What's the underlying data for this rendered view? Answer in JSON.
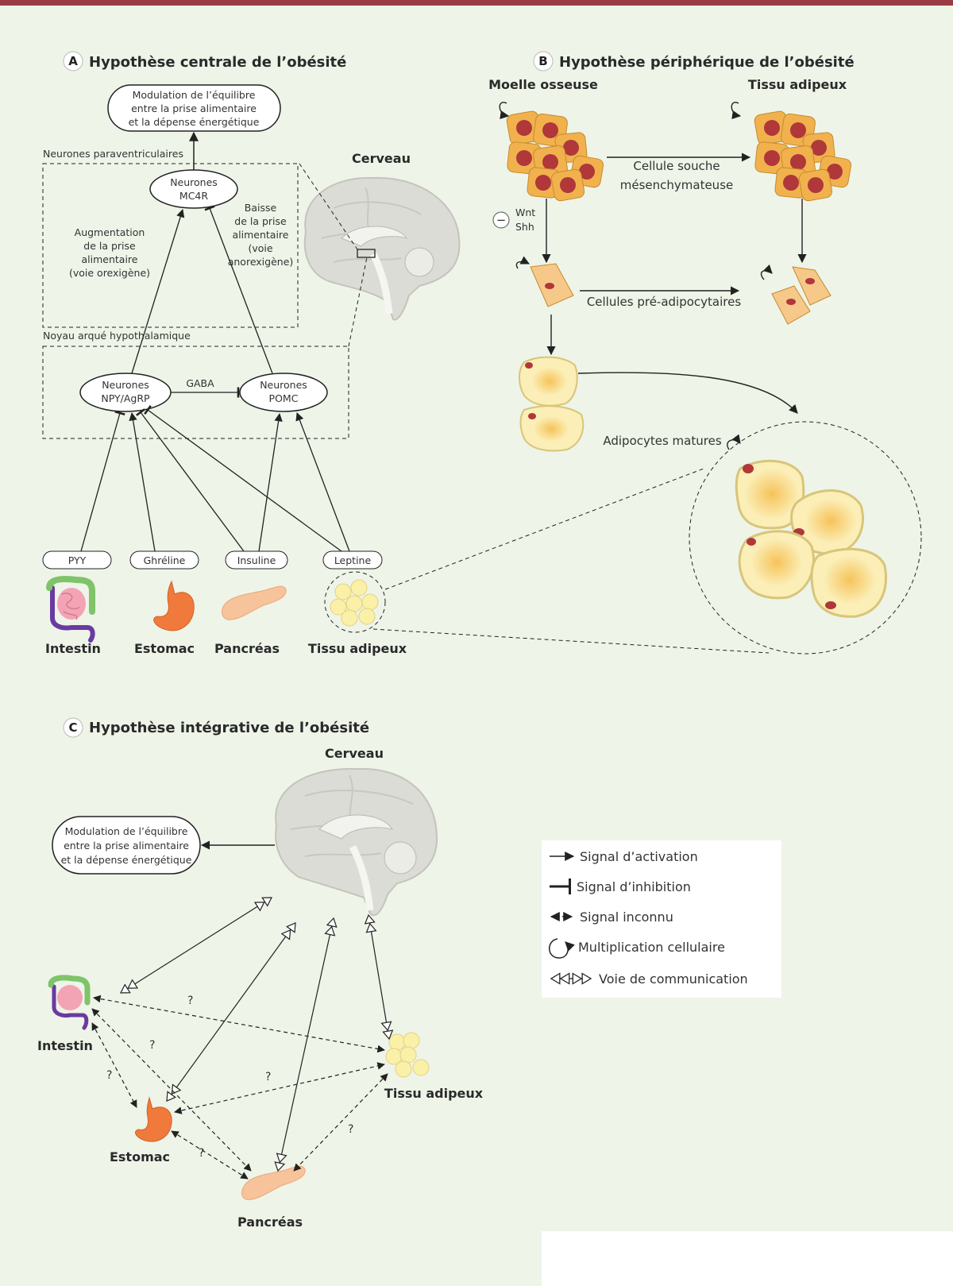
{
  "colors": {
    "background": "#eef4e8",
    "top_rule": "#9b3b45",
    "cell_orange": "#f1b24e",
    "cell_nucleus": "#b0373a",
    "preadipocyte": "#f6c98a",
    "adipocyte_fill": "#fbf1b8",
    "adipocyte_core": "#f5c766",
    "legend_bg": "#ffffff"
  },
  "panel_a": {
    "letter": "A",
    "title": "Hypothèse centrale de l’obésité",
    "modulation": [
      "Modulation de l’équilibre",
      "entre la prise alimentaire",
      "et la dépense énergétique"
    ],
    "pvn_box_label": "Neurones paraventriculaires",
    "mc4r": [
      "Neurones",
      "MC4R"
    ],
    "increase_label": [
      "Augmentation",
      "de la prise",
      "alimentaire",
      "(voie orexigène)"
    ],
    "decrease_label": [
      "Baisse",
      "de la prise",
      "alimentaire",
      "(voie",
      "anorexigène)"
    ],
    "arc_box_label": "Noyau arqué hypothalamique",
    "npy": [
      "Neurones",
      "NPY/AgRP"
    ],
    "pomc": [
      "Neurones",
      "POMC"
    ],
    "gaba": "GABA",
    "brain_label": "Cerveau",
    "hormones": [
      "PYY",
      "Ghréline",
      "Insuline",
      "Leptine"
    ],
    "organs": [
      "Intestin",
      "Estomac",
      "Pancréas",
      "Tissu adipeux"
    ]
  },
  "panel_b": {
    "letter": "B",
    "title": "Hypothèse périphérique de l’obésité",
    "marrow_label": "Moelle osseuse",
    "adipose_label": "Tissu adipeux",
    "msc_label": [
      "Cellule souche",
      "mésenchymateuse"
    ],
    "wnt": "Wnt",
    "shh": "Shh",
    "minus": "−",
    "preadipocytes": "Cellules pré-adipocytaires",
    "mature": "Adipocytes matures"
  },
  "panel_c": {
    "letter": "C",
    "title": "Hypothèse intégrative de l’obésité",
    "brain_label": "Cerveau",
    "modulation": [
      "Modulation de l’équilibre",
      "entre la prise alimentaire",
      "et la dépense énergétique"
    ],
    "intestin": "Intestin",
    "estomac": "Estomac",
    "pancreas": "Pancréas",
    "adipose": "Tissu adipeux",
    "question": "?"
  },
  "legend": {
    "items": [
      "Signal d’activation",
      "Signal d’inhibition",
      "Signal inconnu",
      "Multiplication cellulaire",
      "Voie de communication"
    ]
  }
}
